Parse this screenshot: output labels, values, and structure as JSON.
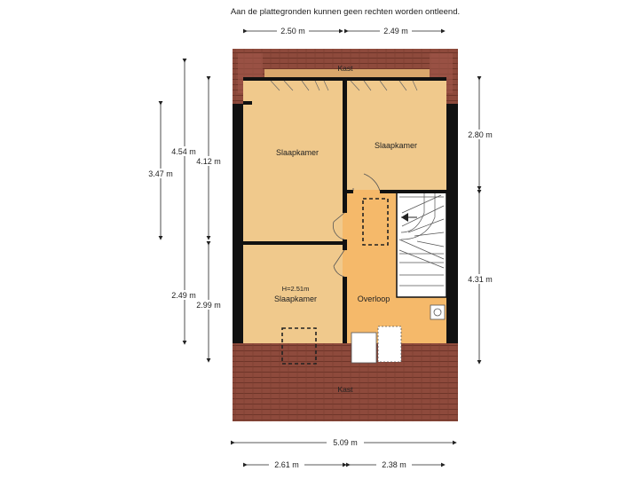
{
  "disclaimer": "Aan de plattegronden kunnen geen rechten worden ontleend.",
  "rooms": {
    "kast_top": "Kast",
    "slaapkamer_1": "Slaapkamer",
    "slaapkamer_2": "Slaapkamer",
    "slaapkamer_3": "Slaapkamer",
    "slaapkamer_3_height": "H=2.51m",
    "overloop": "Overloop",
    "kast_bottom": "Kast"
  },
  "dimensions": {
    "top_left": "2.50 m",
    "top_right": "2.49 m",
    "right_upper": "2.80 m",
    "right_lower": "4.31 m",
    "left_outer_upper": "3.47 m",
    "left_outer_lower": "2.49 m",
    "left_mid": "4.54 m",
    "left_inner_upper": "4.12 m",
    "left_inner_lower": "2.99 m",
    "bottom_total": "5.09 m",
    "bottom_left": "2.61 m",
    "bottom_right": "2.38 m"
  },
  "colors": {
    "roof": "#8e4a3c",
    "bedroom": "#f0c98c",
    "hall": "#f5b96a",
    "wall": "#111111"
  }
}
